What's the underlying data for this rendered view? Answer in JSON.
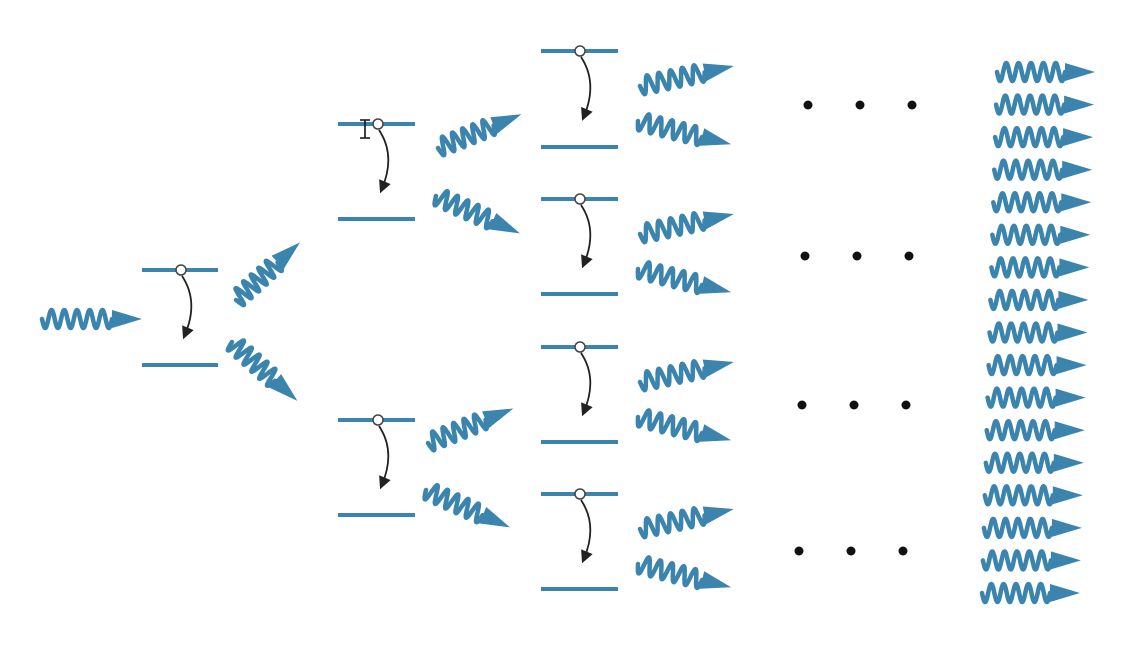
{
  "diagram": {
    "title": "",
    "accent_color": "#3a84ad",
    "transition_arrow_color": "#222222",
    "dot_color": "#111111",
    "icon": "text-cursor-icon",
    "stages": [
      {
        "stage": 1,
        "name": "incident-photon",
        "photons_in": 1
      },
      {
        "stage": 2,
        "name": "first-stimulated-emission",
        "atoms": 1,
        "photons_out": 2
      },
      {
        "stage": 3,
        "name": "second-generation",
        "atoms": 2,
        "photons_out": 4
      },
      {
        "stage": 4,
        "name": "third-generation",
        "atoms": 4,
        "photons_out": 8
      },
      {
        "stage": 5,
        "name": "ellipsis",
        "dot_groups": 4,
        "dots_per_group": 3
      },
      {
        "stage": 6,
        "name": "coherent-beam",
        "photons": 17
      }
    ]
  }
}
